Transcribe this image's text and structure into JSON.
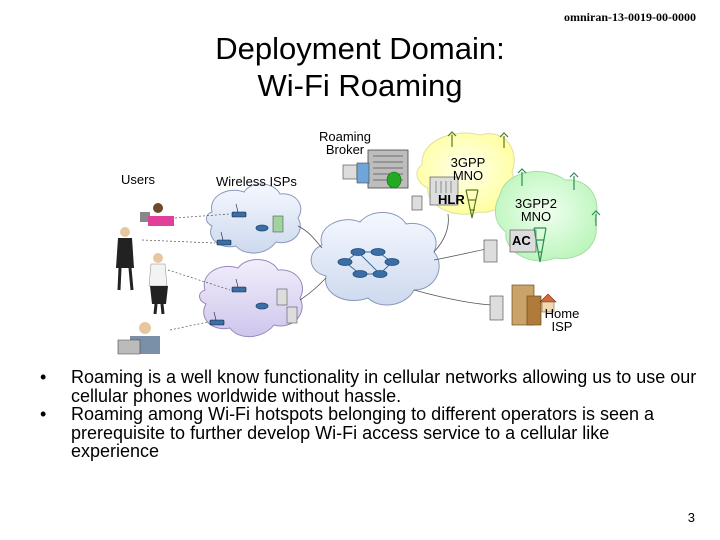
{
  "header": {
    "doc_id": "omniran-13-0019-00-0000",
    "title_line1": "Deployment Domain:",
    "title_line2": "Wi-Fi Roaming"
  },
  "diagram": {
    "users_label": "Users",
    "wisp_label": "Wireless ISPs",
    "broker_label_line1": "Roaming",
    "broker_label_line2": "Broker",
    "mno_3gpp_line1": "3GPP",
    "mno_3gpp_line2": "MNO",
    "hlr_label": "HLR",
    "mno_3gpp2_line1": "3GPP2",
    "mno_3gpp2_line2": "MNO",
    "ac_label": "AC",
    "home_isp_line1": "Home",
    "home_isp_line2": "ISP"
  },
  "bullets": [
    "Roaming is a well know functionality in cellular networks allowing us to use our cellular phones worldwide without hassle.",
    "Roaming among Wi-Fi hotspots belonging to different operators is seen a prerequisite to further develop Wi-Fi access service to a cellular like experience"
  ],
  "bullet_symbol": "•",
  "footer": {
    "page_number": "3"
  },
  "colors": {
    "cloud_fill": "#e8eef8",
    "gsm_blob": "#ffffcc",
    "cdma_blob": "#ccffcc",
    "router": "#3a6ea5",
    "tower": "#6b8e23",
    "server_gray": "#9a9a9a"
  }
}
